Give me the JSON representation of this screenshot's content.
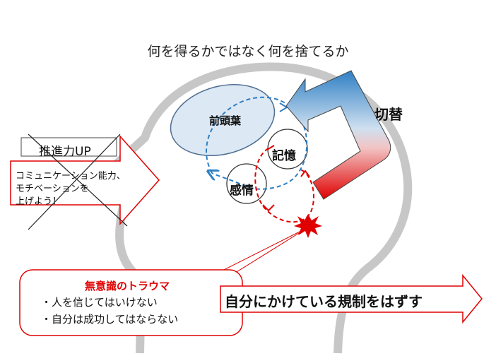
{
  "title": "何を得るかではなく何を捨てるか",
  "switch_label": "切替",
  "brain_regions": {
    "frontal": "前頭葉",
    "memory": "記憶",
    "emotion": "感情"
  },
  "promotion": {
    "title": "推進力UP",
    "lines": [
      "コミュニケーション能力、",
      "モチベーションを",
      "上げよう！"
    ]
  },
  "trauma": {
    "title": "無意識のトラウマ",
    "items": [
      "・人を信じてはいけない",
      "・自分は成功してはならない"
    ]
  },
  "remove_text": "自分にかけている規制をはずす",
  "colors": {
    "red": "#e00000",
    "blue": "#2f7fc4",
    "frontal_fill": "#dce8f4",
    "gray": "#bdbdbd"
  }
}
